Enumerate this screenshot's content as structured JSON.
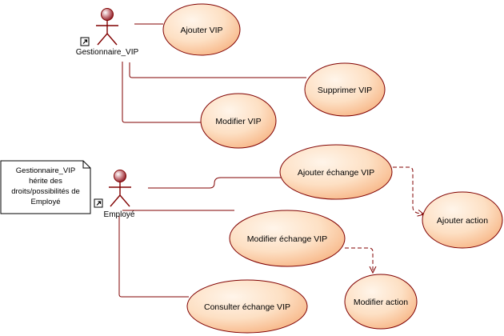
{
  "actors": {
    "gestionnaire": {
      "label": "Gestionnaire_VIP"
    },
    "employe": {
      "label": "Employé"
    }
  },
  "use_cases": {
    "ajouter_vip": "Ajouter VIP",
    "supprimer_vip": "Supprimer VIP",
    "modifier_vip": "Modifier VIP",
    "ajouter_echange_vip": "Ajouter échange VIP",
    "ajouter_action": "Ajouter action",
    "modifier_echange_vip": "Modifier échange VIP",
    "modifier_action": "Modifier action",
    "consulter_echange_vip": "Consulter échange VIP"
  },
  "note": {
    "lines": [
      "Gestionnaire_VIP",
      "hérite des",
      "droits/possibilités de",
      "Employé"
    ]
  },
  "colors": {
    "stroke": "#800000",
    "fill_light": "#fff5ea",
    "fill_dark": "#f7b585",
    "actor_head_light": "#ffffff",
    "actor_head_dark": "#8a1a24"
  }
}
